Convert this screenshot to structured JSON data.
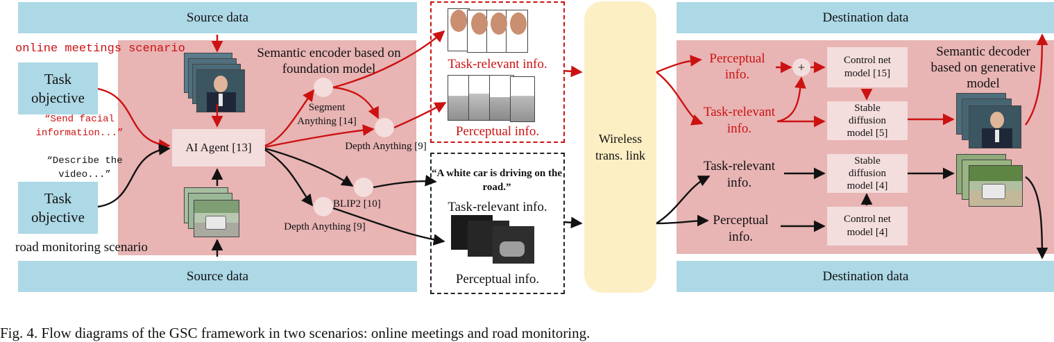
{
  "top_bar_left": "Source data",
  "bottom_bar_left": "Source data",
  "top_bar_right": "Destination data",
  "bottom_bar_right": "Destination data",
  "scenario_online": "online meetings scenario",
  "scenario_road": "road monitoring scenario",
  "task_objective_top": "Task objective",
  "task_objective_bottom": "Task objective",
  "prompt_send": "“Send facial information...”",
  "prompt_describe": "“Describe the video...”",
  "encoder_title": "Semantic encoder based on foundation model",
  "ai_agent": "AI Agent [13]",
  "segment_anything": "Segment Anything [14]",
  "depth_anything_top": "Depth Anything [9]",
  "blip2": "BLIP2 [10]",
  "depth_anything_bottom": "Depth Anything [9]",
  "task_relevant_top_box": "Task-relevant info.",
  "perceptual_top_box": "Perceptual info.",
  "caption_quote": "“A white car is driving on the road.”",
  "task_relevant_bottom_box": "Task-relevant info.",
  "perceptual_bottom_box": "Perceptual info.",
  "wireless_link": "Wireless trans. link",
  "dest_perceptual_red": "Perceptual info.",
  "dest_task_red": "Task-relevant info.",
  "dest_task_black": "Task-relevant info.",
  "dest_perceptual_black": "Perceptual info.",
  "plus_symbol": "+",
  "controlnet_15": "Control net model [15]",
  "stable_diffusion_5": "Stable diffusion model [5]",
  "stable_diffusion_4": "Stable diffusion model [4]",
  "controlnet_4": "Control net model [4]",
  "decoder_title": "Semantic decoder based on generative model",
  "figure_caption": "Fig. 4.  Flow diagrams of the GSC framework in two scenarios: online meetings and road monitoring.",
  "colors": {
    "bar_blue": "#add8e6",
    "region_pink": "#e8b4b4",
    "box_light_pink": "#f4dddd",
    "wireless_yellow": "#fcefc4",
    "flow_red": "#cc1111",
    "flow_black": "#111111"
  }
}
